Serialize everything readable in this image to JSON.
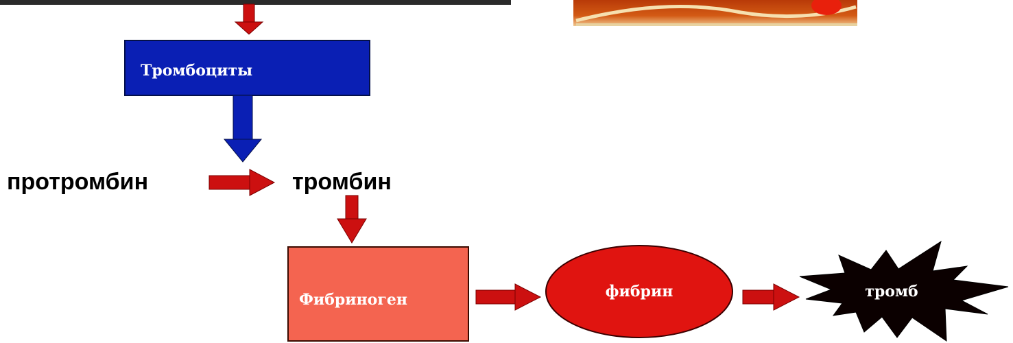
{
  "diagram": {
    "platelets": {
      "label": "Тромбоциты",
      "fill": "#0a1fb4"
    },
    "prothrombin": {
      "label": "протромбин"
    },
    "thrombin": {
      "label": "тромбин"
    },
    "fibrinogen": {
      "label": "Фибриноген",
      "fill": "#f46450"
    },
    "fibrin": {
      "label": "фибрин",
      "fill": "#e01410"
    },
    "thrombus": {
      "label": "тромб",
      "fill": "#0b0000"
    },
    "arrow_color": "#cc1010",
    "blue_arrow_color": "#0a1fb4"
  }
}
